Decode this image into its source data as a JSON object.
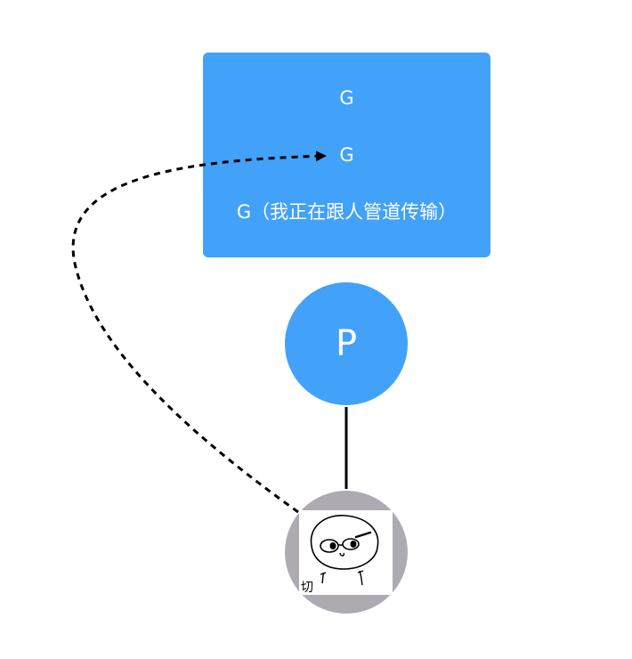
{
  "queue": {
    "items": [
      "G",
      "G",
      "G（我正在跟人管道传输）"
    ],
    "color": "#42A1F8"
  },
  "processor": {
    "label": "P",
    "color": "#42A1F8"
  },
  "machine": {
    "avatar_caption": "切",
    "ring_color": "#ADABB1"
  }
}
